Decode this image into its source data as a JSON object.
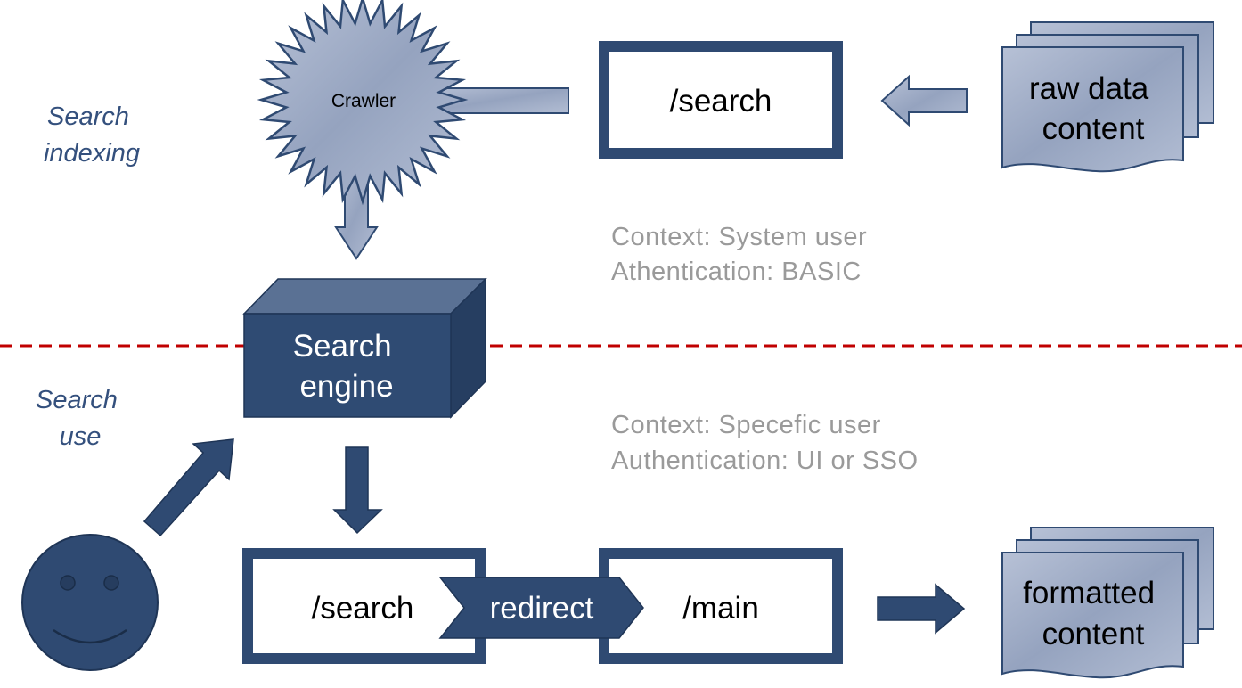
{
  "sections": {
    "indexing_label": [
      "Search",
      "indexing"
    ],
    "use_label": [
      "Search",
      "use"
    ]
  },
  "crawler": {
    "label": "Crawler"
  },
  "top_endpoint": {
    "label": "/search"
  },
  "raw_docs": {
    "lines": [
      "raw data",
      "content"
    ]
  },
  "indexing_context": {
    "context": "Context:  System user",
    "auth": "Athentication:  BASIC"
  },
  "search_engine": {
    "lines": [
      "Search",
      "engine"
    ]
  },
  "use_context": {
    "context": "Context:  Specefic user",
    "auth": "Authentication:  UI or SSO"
  },
  "bottom_flow": {
    "search": "/search",
    "redirect": "redirect",
    "main": "/main"
  },
  "formatted_docs": {
    "lines": [
      "formatted",
      "content"
    ]
  },
  "colors": {
    "dark": "#2f4a72",
    "light": "#9eabc4",
    "divider": "#c00000",
    "context_text": "#9a9a9a"
  }
}
